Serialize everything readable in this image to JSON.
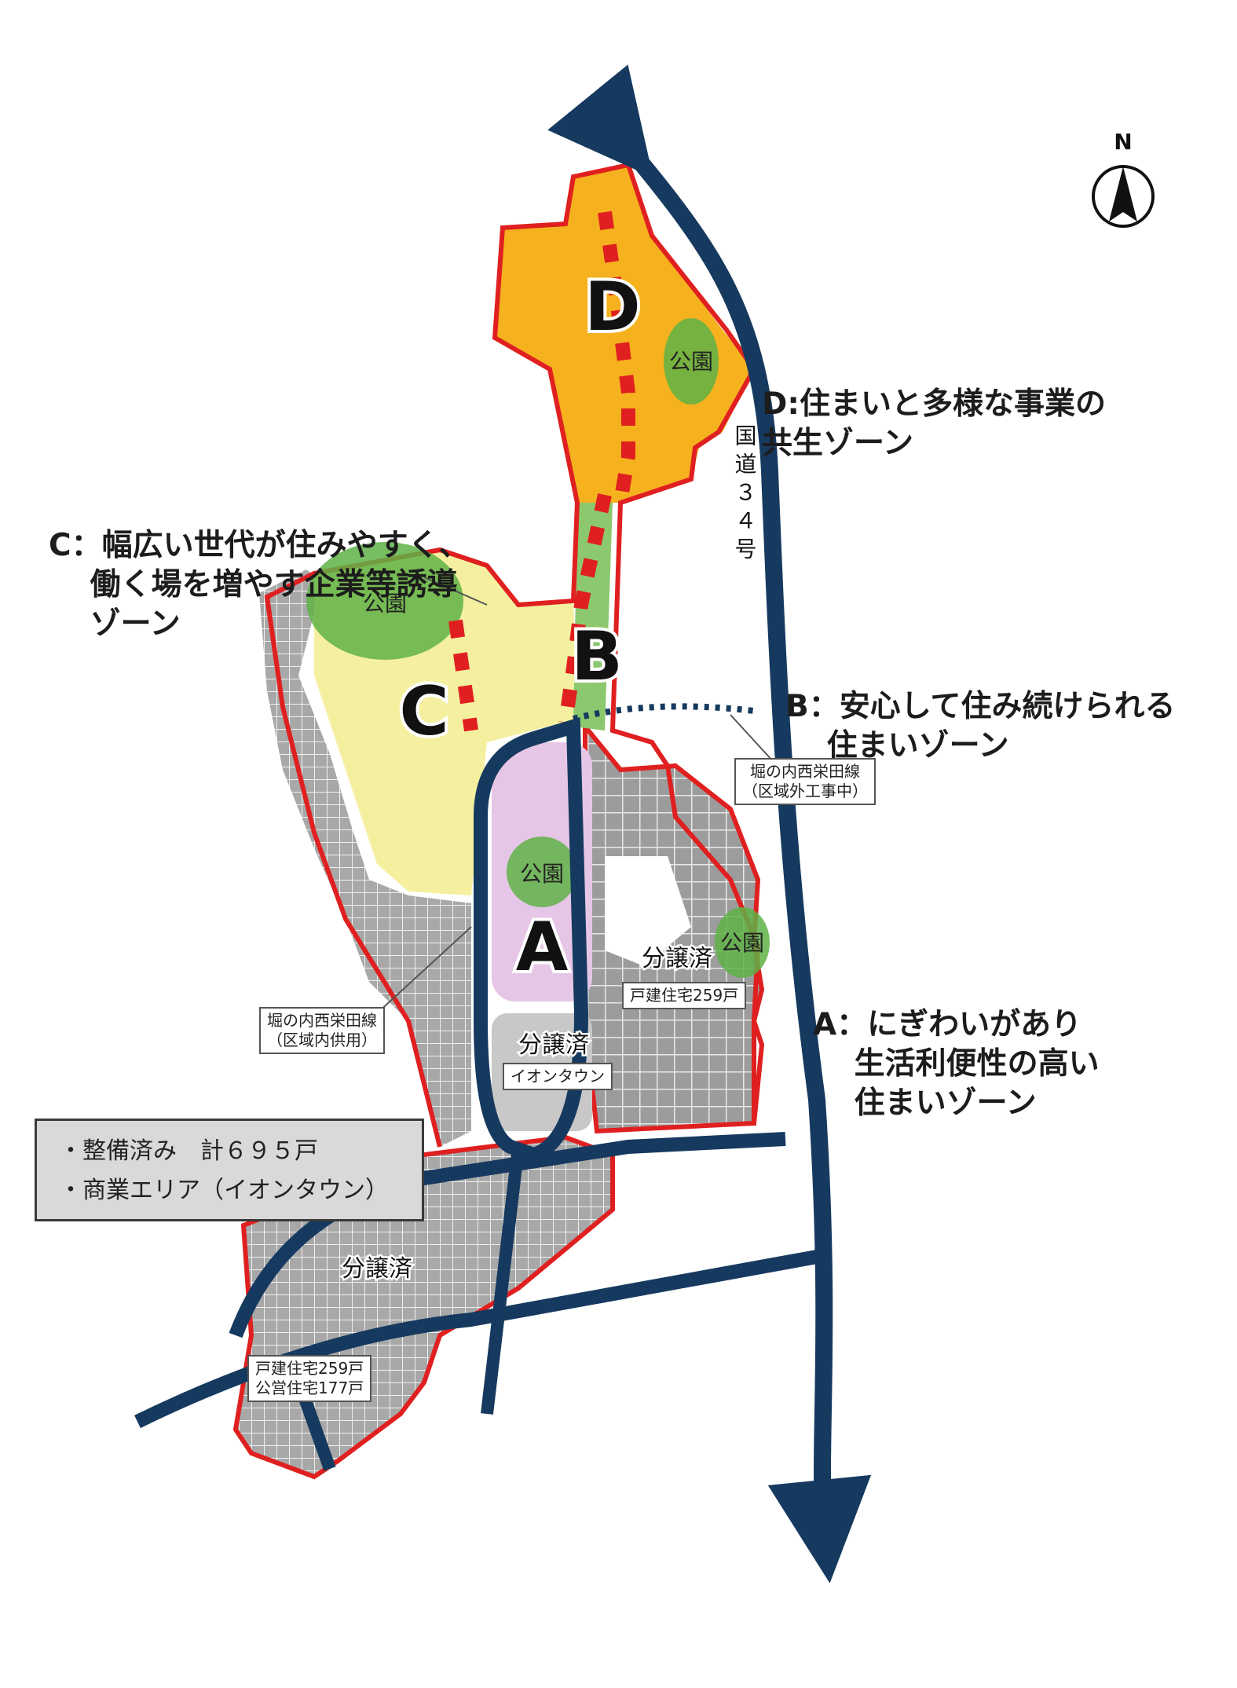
{
  "north_label": "N",
  "road_label": "国道３４号",
  "zones": {
    "A": {
      "letter": "A",
      "desc_line1": "A：にぎわいがあり",
      "desc_line2": "　 生活利便性の高い",
      "desc_line3": "　 住まいゾーン",
      "fill": "#e6c6e6"
    },
    "B": {
      "letter": "B",
      "desc_line1": "B：安心して住み続けられる",
      "desc_line2": "　 住まいゾーン",
      "fill": "#8cc86e"
    },
    "C": {
      "letter": "C",
      "desc_line1": "C：幅広い世代が住みやすく、",
      "desc_line2": "　 働く場を増やす企業等誘導",
      "desc_line3": "　 ゾーン",
      "fill": "#f4f0a0"
    },
    "D": {
      "letter": "D",
      "desc_line1": "D:住まいと多様な事業の",
      "desc_line2": "共生ゾーン",
      "fill": "#f5b21e"
    }
  },
  "parks": {
    "label": "公園"
  },
  "sold": {
    "label": "分譲済"
  },
  "notes": {
    "route_outside": "堀の内西栄田線\n（区域外工事中）",
    "route_inside": "堀の内西栄田線\n（区域内供用）",
    "houses_east": "戸建住宅259戸",
    "aeon": "イオンタウン",
    "houses_south": "戸建住宅259戸\n公営住宅177戸"
  },
  "legend": {
    "line1": "・整備済み　計６９５戸",
    "line2": "・商業エリア（イオンタウン）"
  },
  "colors": {
    "road": "#163a5f",
    "boundary": "#e02020",
    "developed": "#9a9a9a",
    "park": "#5fb246"
  }
}
